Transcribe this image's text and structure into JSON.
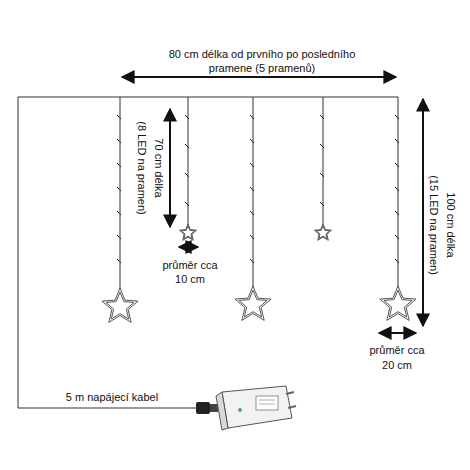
{
  "diagram": {
    "labels": [
      "80 cm délka od prvního po posledního",
      "pramene (5 pramenů)",
      "70 cm délka",
      "(8 LED na pramen)",
      "průměr cca",
      "10 cm",
      "100 cm délka",
      "(15 LED na pramen)",
      "průměr cca",
      "20 cm",
      "5 m napájecí kabel"
    ]
  }
}
